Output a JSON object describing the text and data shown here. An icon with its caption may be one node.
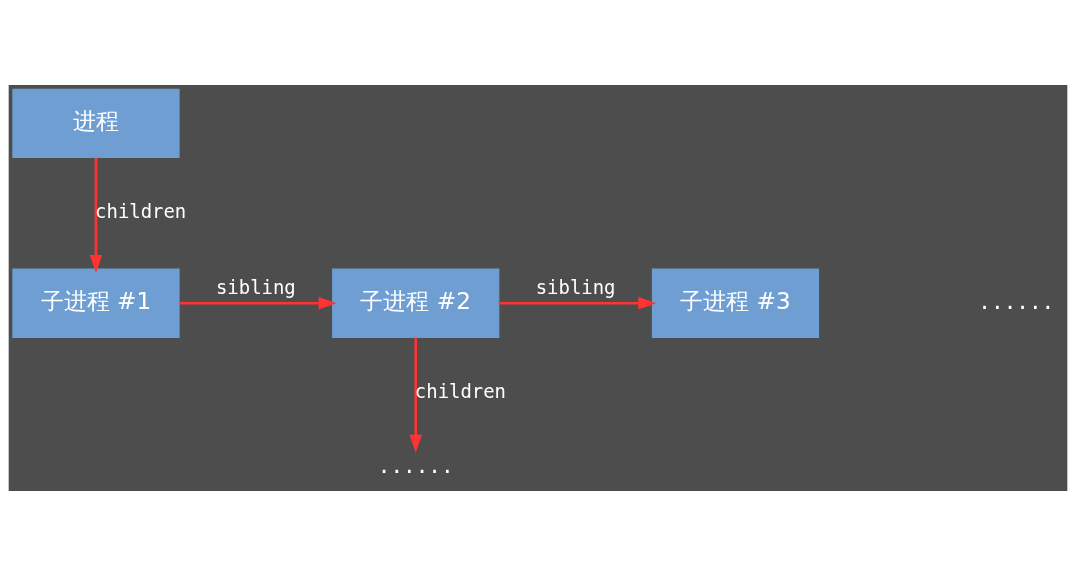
{
  "diagram": {
    "nodes": [
      {
        "text": [
          "进程"
        ]
      },
      {
        "text": [
          "子进程 #1"
        ]
      },
      {
        "text": [
          "子进程 #2"
        ]
      },
      {
        "text": [
          "子进程 #3"
        ]
      },
      {
        "text": [
          "......"
        ]
      }
    ],
    "edges": [
      {
        "from": 0,
        "to": 1,
        "arrow": "to",
        "label": "children"
      },
      {
        "from": 1,
        "to": 2,
        "arrow": "to",
        "label": "sibling"
      },
      {
        "from": 2,
        "to": 3,
        "arrow": "to",
        "label": "sibling"
      },
      {
        "from": 2,
        "to": 4,
        "arrow": "to",
        "label": "children"
      }
    ],
    "labels": [
      "......"
    ]
  }
}
